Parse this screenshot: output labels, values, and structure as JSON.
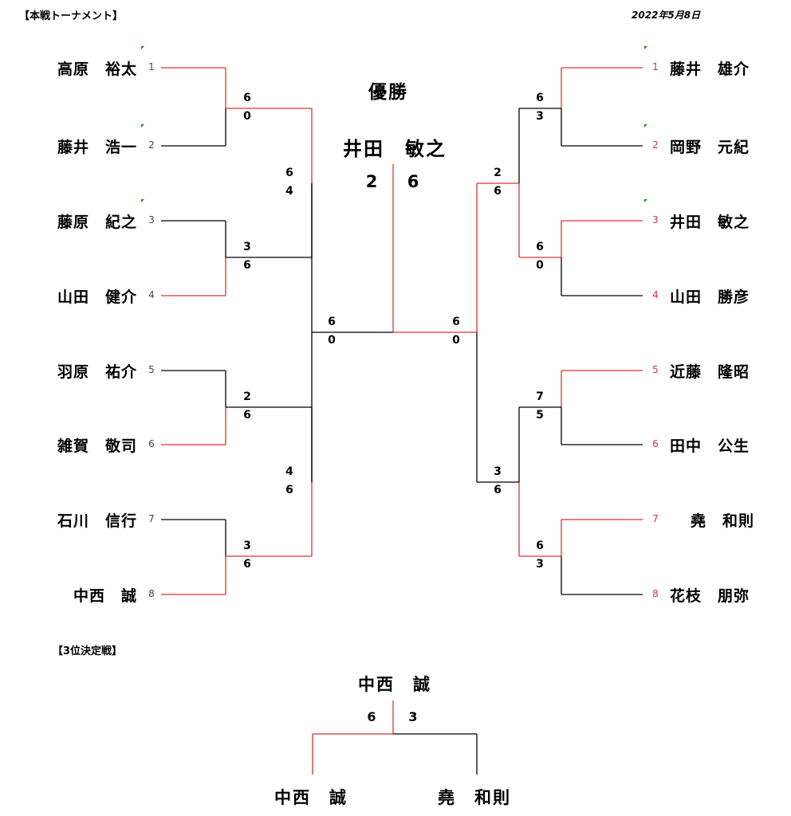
{
  "header": {
    "title": "【本戦トーナメント】",
    "date": "2022年5月8日"
  },
  "colors": {
    "win": "#e03030",
    "line": "#000000",
    "flag": "#1a8a1a"
  },
  "left_players": [
    {
      "seed": "1",
      "name": "高原　裕太",
      "flag": true
    },
    {
      "seed": "2",
      "name": "藤井　浩一",
      "flag": true
    },
    {
      "seed": "3",
      "name": "藤原　紀之",
      "flag": true
    },
    {
      "seed": "4",
      "name": "山田　健介",
      "flag": false
    },
    {
      "seed": "5",
      "name": "羽原　祐介",
      "flag": false
    },
    {
      "seed": "6",
      "name": "雑賀　敬司",
      "flag": false
    },
    {
      "seed": "7",
      "name": "石川　信行",
      "flag": false
    },
    {
      "seed": "8",
      "name": "中西　誠",
      "flag": false
    }
  ],
  "right_players": [
    {
      "seed": "1",
      "name": "藤井　雄介",
      "flag": true
    },
    {
      "seed": "2",
      "name": "岡野　元紀",
      "flag": true
    },
    {
      "seed": "3",
      "name": "井田　敏之",
      "flag": true
    },
    {
      "seed": "4",
      "name": "山田　勝彦",
      "flag": false
    },
    {
      "seed": "5",
      "name": "近藤　隆昭",
      "flag": false
    },
    {
      "seed": "6",
      "name": "田中　公生",
      "flag": false
    },
    {
      "seed": "7",
      "name": "堯　和則",
      "flag": false
    },
    {
      "seed": "8",
      "name": "花枝　朋弥",
      "flag": false
    }
  ],
  "left_r1": [
    {
      "top": "6",
      "bottom": "0"
    },
    {
      "top": "3",
      "bottom": "6"
    },
    {
      "top": "2",
      "bottom": "6"
    },
    {
      "top": "3",
      "bottom": "6"
    }
  ],
  "left_r2": [
    {
      "top": "6",
      "bottom": "4"
    },
    {
      "top": "4",
      "bottom": "6"
    }
  ],
  "left_semi": {
    "top": "6",
    "bottom": "0"
  },
  "right_r1": [
    {
      "top": "6",
      "bottom": "3"
    },
    {
      "top": "6",
      "bottom": "0"
    },
    {
      "top": "7",
      "bottom": "5"
    },
    {
      "top": "6",
      "bottom": "3"
    }
  ],
  "right_r2": [
    {
      "top": "2",
      "bottom": "6"
    },
    {
      "top": "3",
      "bottom": "6"
    }
  ],
  "right_semi": {
    "top": "6",
    "bottom": "0"
  },
  "final": {
    "label": "優勝",
    "champion": "井田　敏之",
    "score_left": "2",
    "score_right": "6"
  },
  "third_place": {
    "heading": "【3位決定戦】",
    "winner": "中西　誠",
    "score_left": "6",
    "score_right": "3",
    "player_left": "中西　誠",
    "player_right": "堯　和則"
  }
}
